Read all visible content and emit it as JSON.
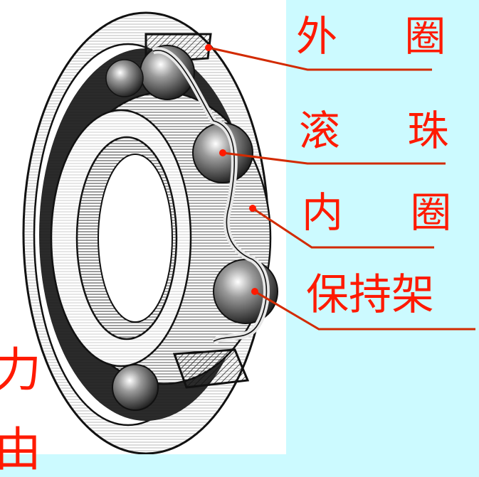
{
  "labels": {
    "outer_ring": "外 圈",
    "ball": "滚 珠",
    "inner_ring": "内 圈",
    "cage": "保持架"
  },
  "edge_text": [
    "力",
    "由"
  ],
  "colors": {
    "background": "#ccfaff",
    "label": "#ff1a00",
    "leader": "#d22a00",
    "drawing_ink": "#111111",
    "drawing_paper": "#ffffff"
  }
}
